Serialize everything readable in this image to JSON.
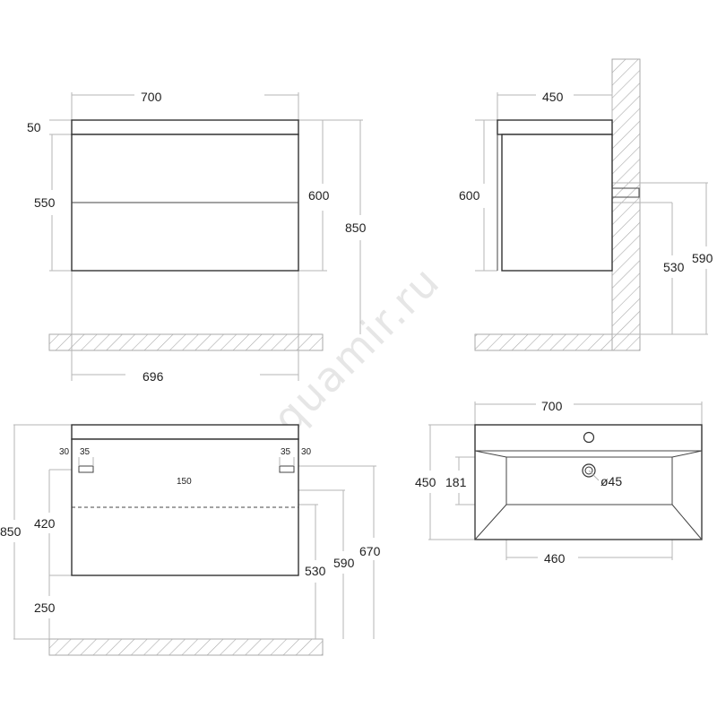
{
  "watermark": "www.aquamir.ru",
  "front_view": {
    "width": "700",
    "top_thickness": "50",
    "body_height": "550",
    "height_600": "600",
    "total_height": "850",
    "bottom_width": "696"
  },
  "side_view": {
    "depth": "450",
    "height_600": "600",
    "height_530": "530",
    "height_590": "590"
  },
  "mounting_view": {
    "left_30": "30",
    "left_35": "35",
    "right_35": "35",
    "right_30": "30",
    "spacing_150": "150",
    "height_420": "420",
    "height_250": "250",
    "total_850": "850",
    "h_530": "530",
    "h_590": "590",
    "h_670": "670"
  },
  "top_view": {
    "width": "700",
    "depth": "450",
    "basin_181": "181",
    "drain": "ø45",
    "basin_width": "460"
  }
}
